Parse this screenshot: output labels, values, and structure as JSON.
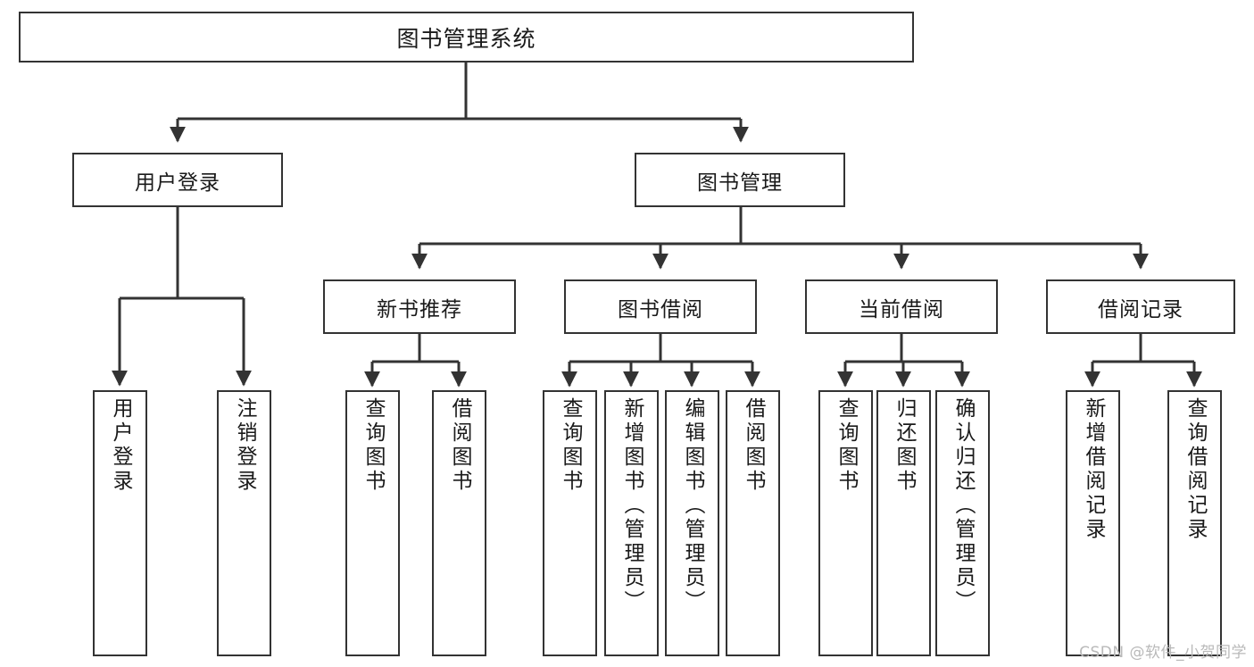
{
  "diagram": {
    "type": "tree",
    "title": "图书管理系统",
    "orientation": "top-down",
    "colors": {
      "box_border": "#333333",
      "box_fill": "#ffffff",
      "connector": "#333333",
      "text": "#1a1a1a",
      "watermark": "#b9b9b9"
    },
    "root": {
      "label": "图书管理系统"
    },
    "level_two": [
      {
        "label": "用户登录"
      },
      {
        "label": "图书管理"
      }
    ],
    "level_three": [
      {
        "label": "新书推荐"
      },
      {
        "label": "图书借阅"
      },
      {
        "label": "当前借阅"
      },
      {
        "label": "借阅记录"
      }
    ],
    "leaves": {
      "user_login": [
        {
          "label": "用户登录"
        },
        {
          "label": "注销登录"
        }
      ],
      "new_book_recommend": [
        {
          "label": "查询图书"
        },
        {
          "label": "借阅图书"
        }
      ],
      "book_borrow": [
        {
          "label": "查询图书"
        },
        {
          "label": "新增图书（管理员）"
        },
        {
          "label": "编辑图书（管理员）"
        },
        {
          "label": "借阅图书"
        }
      ],
      "current_borrow": [
        {
          "label": "查询图书"
        },
        {
          "label": "归还图书"
        },
        {
          "label": "确认归还（管理员）"
        }
      ],
      "borrow_record": [
        {
          "label": "新增借阅记录"
        },
        {
          "label": "查询借阅记录"
        }
      ]
    }
  },
  "watermark": {
    "text": "CSDN @软件_小贺同学"
  }
}
